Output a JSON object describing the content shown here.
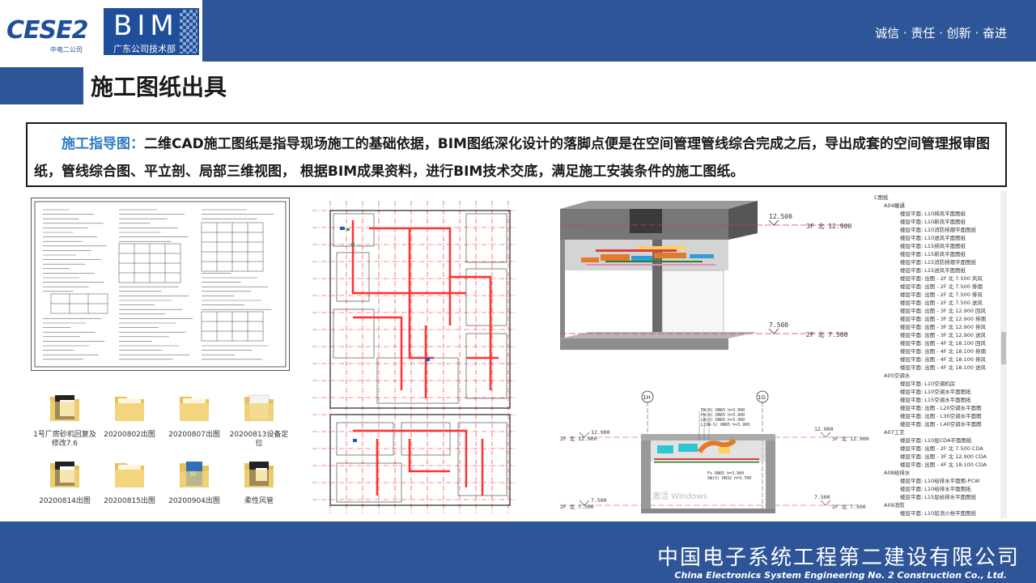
{
  "header": {
    "logo_text": "CESE2",
    "logo_sub": "中电二公司",
    "bim_text": "BIM",
    "bim_sub": "广东公司技术部",
    "slogan": "诚信 · 责任 · 创新 · 奋进"
  },
  "page": {
    "title": "施工图纸出具"
  },
  "description": {
    "highlight": "施工指导图：",
    "body": "二维CAD施工图纸是指导现场施工的基础依据，BIM图纸深化设计的落脚点便是在空间管理管线综合完成之后，导出成套的空间管理报审图纸，管线综合图、平立剖、局部三维视图， 根据BIM成果资料，进行BIM技术交底，满足施工安装条件的施工图纸。"
  },
  "folders": [
    {
      "label": "1号厂房砂机回复及修改7.6",
      "type": "dark"
    },
    {
      "label": "20200802出图",
      "type": "plain"
    },
    {
      "label": "20200807出图",
      "type": "plain"
    },
    {
      "label": "20200813设备定位",
      "type": "doc"
    },
    {
      "label": "20200814出图",
      "type": "dark"
    },
    {
      "label": "20200815出图",
      "type": "plain"
    },
    {
      "label": "20200904出图",
      "type": "bim"
    },
    {
      "label": "柔性风管",
      "type": "dark"
    }
  ],
  "section_view": {
    "top_level_1": "12.500",
    "top_level_2": "3F 北 12.900",
    "bottom_level_1": "7.500",
    "bottom_level_2": "2F 北 7.500"
  },
  "elevation_view": {
    "left_top": "2F 北 12.900",
    "left_top_val": "12.900",
    "right_top": "12.900",
    "right_top_b": "3F 北 12.900",
    "left_bottom": "2F 北 7.500",
    "left_bottom_val": "7.500",
    "right_bottom": "7.500",
    "right_bottom_b": "2F 北 7.500",
    "grid_a": "1H",
    "grid_b": "1G"
  },
  "tree": {
    "root": "C图纸",
    "groups": [
      {
        "name": "A04暖通",
        "items": [
          "楼层平面: L10排风平面图纸",
          "楼层平面: L10新风平面图纸",
          "楼层平面: L10消防排烟平面图纸",
          "楼层平面: L10送风平面图纸",
          "楼层平面: L15排风平面图纸",
          "楼层平面: L15新风平面图纸",
          "楼层平面: L15消防排烟平面图纸",
          "楼层平面: L15送风平面图纸",
          "楼层平面: 出图 - 2F 北 7.500 风风",
          "楼层平面: 出图 - 2F 北 7.500 排烟",
          "楼层平面: 出图 - 2F 北 7.500 排风",
          "楼层平面: 出图 - 2F 北 7.500 送风",
          "楼层平面: 出图 - 3F 北 12.900 回风",
          "楼层平面: 出图 - 3F 北 12.900 排烟",
          "楼层平面: 出图 - 3F 北 12.900 排风",
          "楼层平面: 出图 - 3F 北 12.900 送风",
          "楼层平面: 出图 - 4F 北 18.100 回风",
          "楼层平面: 出图 - 4F 北 18.100 排烟",
          "楼层平面: 出图 - 4F 北 18.100 排风",
          "楼层平面: 出图 - 4F 北 18.100 送风"
        ]
      },
      {
        "name": "A05空调水",
        "items": [
          "楼层平面: L10空调机房",
          "楼层平面: L10空调水平面图纸",
          "楼层平面: L15空调水平面图纸",
          "楼层平面: 出图 - L20空调水平面图",
          "楼层平面: 出图 - L30空调水平面图",
          "楼层平面: 出图 - L40空调水平面图"
        ]
      },
      {
        "name": "A07工艺",
        "items": [
          "楼层平面: L10层CDA平面图纸",
          "楼层平面: 出图 - 2F 北 7.500 CDA",
          "楼层平面: 出图 - 3F 北 12.900 CDA",
          "楼层平面: 出图 - 4F 北 18.100 CDA"
        ]
      },
      {
        "name": "A08给排水",
        "items": [
          "楼层平面: L10给排水平面图-PCW",
          "楼层平面: L10给排水平面图纸",
          "楼层平面: L15层给排水平面图纸"
        ]
      },
      {
        "name": "A09消防",
        "items": [
          "楼层平面: L10层消火栓平面图纸"
        ]
      }
    ]
  },
  "watermark": "激活 Windows",
  "footer": {
    "company_cn": "中国电子系统工程第二建设有限公司",
    "company_en": "China Electronics System Engineering No. 2 Construction Co., Ltd."
  }
}
